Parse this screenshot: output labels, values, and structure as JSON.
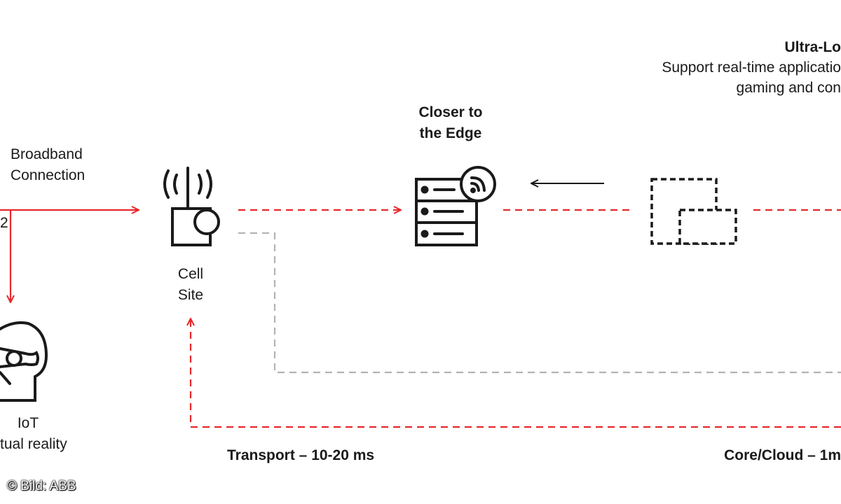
{
  "title": {
    "line1": "Ultra-Lo",
    "line2": "Support real-time applicatio",
    "line3": "gaming and con"
  },
  "labels": {
    "broadband_1": "Broadband",
    "broadband_2": "Connection",
    "cell_1": "Cell",
    "cell_2": "Site",
    "edge_1": "Closer to",
    "edge_2": "the Edge",
    "iot_1": "IoT",
    "iot_2": "tual reality",
    "transport": "Transport – 10-20 ms",
    "core": "Core/Cloud – 1m",
    "left_edge_char": "2"
  },
  "credit": "© Bild: ABB",
  "colors": {
    "accent_red": "#e8282b",
    "dashed_gray": "#b3b3b3",
    "icon_black": "#1a1a1a"
  },
  "icons": [
    "vr-headset-head-icon",
    "cell-tower-icon",
    "edge-server-icon",
    "core-cloud-windows-icon"
  ]
}
